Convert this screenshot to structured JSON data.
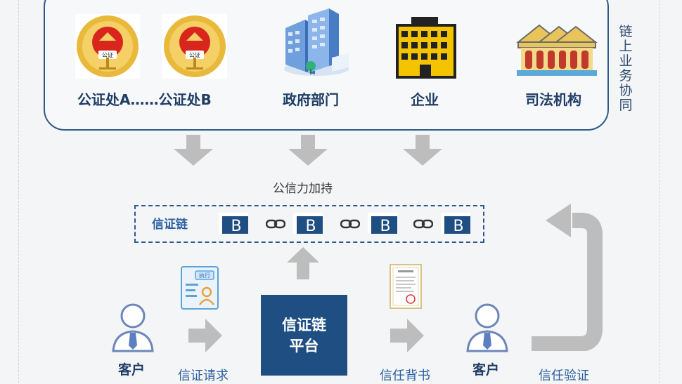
{
  "consortium": {
    "side_label_chars": [
      "链",
      "上",
      "业",
      "务",
      "协",
      "同"
    ],
    "notary_label": "公证处A……公证处B",
    "emblem_text": "公证",
    "entities": [
      {
        "label": "政府部门",
        "icon": "government-building-icon"
      },
      {
        "label": "企业",
        "icon": "enterprise-building-icon"
      },
      {
        "label": "司法机构",
        "icon": "judicial-institution-icon"
      }
    ]
  },
  "credibility_label": "公信力加持",
  "chain": {
    "label": "信证链",
    "block_letter": "B",
    "block_count": 4
  },
  "platform_lines": [
    "信证链",
    "平台"
  ],
  "flow": {
    "customer_left": "客户",
    "request": "信证请求",
    "request_doc_tag": "执行",
    "endorse": "信任背书",
    "customer_right": "客户",
    "verify": "信任验证"
  },
  "colors": {
    "primary": "#1f4e82",
    "frame": "#2e5a8a",
    "arrow_gray": "#bdbdbd",
    "label_blue": "#2a5fa0"
  }
}
